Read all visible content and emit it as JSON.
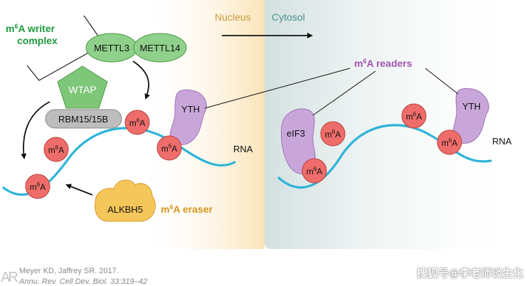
{
  "regions": {
    "nucleus": "Nucleus",
    "cytosol": "Cytosol"
  },
  "writer": {
    "title_line1_prefix": "m",
    "title_line1_sup": "6",
    "title_line1_suffix": "A writer",
    "title_line2": "complex",
    "mettl3": "METTL3",
    "mettl14": "METTL14",
    "wtap": "WTAP",
    "rbm15": "RBM15/15B"
  },
  "mark": {
    "prefix": "m",
    "sup": "6",
    "suffix": "A"
  },
  "readers": {
    "title_prefix": "m",
    "title_sup": "6",
    "title_suffix": "A readers",
    "yth": "YTH",
    "eif3": "eIF3"
  },
  "eraser": {
    "enzyme": "ALKBH5",
    "title_prefix": "m",
    "title_sup": "6",
    "title_suffix": "A eraser"
  },
  "rna": "RNA",
  "citation": {
    "logo": "AR",
    "line1": "Meyer KD, Jaffrey SR. 2017.",
    "line2": "Annu. Rev. Cell Dev. Biol. 33:319–42"
  },
  "watermark": "搜狐号@李老师谈生化",
  "colors": {
    "writer_green": "#6dbf6a",
    "writer_text": "#1e9a3c",
    "reader_purple": "#c9a6d9",
    "reader_text": "#a054b0",
    "eraser_yellow": "#f5c65a",
    "eraser_text": "#d9941a",
    "mark_red": "#ee6d6a",
    "rna_blue": "#2eb3d9",
    "wtap_text": "#ffffff",
    "nucleus_bg": "#fbe7c4",
    "cytosol_bg": "#d6e3e2"
  }
}
